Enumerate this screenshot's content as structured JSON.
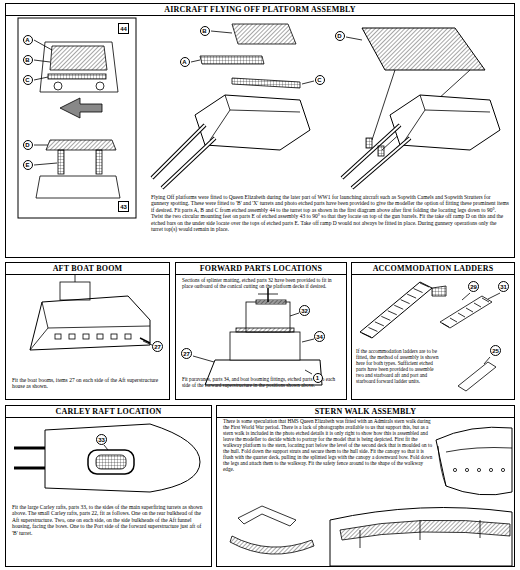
{
  "diagram": {
    "nodes": [
      {
        "text": [
          "AIRCRAFT FLYING OFF PLATFORM ASSEMBLY",
          "Flying Off platforms were fitted to Queen Elizabeth during the later part of WW1 for launching aircraft such as Sopwith Camels and Sopwith Strutters for gunnery spotting. These were fitted to 'B' and 'X' turrets and photo etched parts have been provided to give the modeller the option of fitting these prominent items if desired. Fit parts A, B and C from etched assembly 44 to the turret top as shown in the first diagram above after first folding the locating legs down to 90°. Twist the two circular mounting feet on parts E of etched assembly 43 to 90° so that they locate on top of the gun barrels. Fit the take off ramp D on this and the etched bars on the under side locate over the tops of etched parts E. Take off ramp D would not always be fitted in place. During gunnery operations only the turret top(s) would remain in place."
        ]
      },
      {
        "text": [
          "44"
        ],
        "in": 0
      },
      {
        "text": [
          "A"
        ],
        "in": 0
      },
      {
        "text": [
          "B"
        ],
        "in": 0
      },
      {
        "text": [
          "C"
        ],
        "in": 0
      },
      {
        "text": [
          "D"
        ],
        "in": 0
      },
      {
        "text": [
          "E"
        ],
        "in": 0
      },
      {
        "text": [
          "43"
        ],
        "in": 0
      },
      {
        "text": [
          "B"
        ],
        "in": 0
      },
      {
        "text": [
          "A"
        ],
        "in": 0
      },
      {
        "text": [
          "C"
        ],
        "in": 0
      },
      {
        "text": [
          "D"
        ],
        "in": 0
      },
      {
        "text": [
          "AFT BOAT BOOM",
          "Fit the boat booms, items 27 on each side of the Aft superstructure house as shown."
        ]
      },
      {
        "text": [
          "27"
        ],
        "in": 12
      },
      {
        "text": [
          "FORWARD PARTS LOCATIONS",
          "Sections of splinter matting, etched parts 32 have been provided to fit in place outboard of the conical cutting on the platform decks if desired.",
          "Fit paravanes, parts 34, and boat booming fittings, etched parts 27 to each side of the forward superstructure in the positions shown above."
        ]
      },
      {
        "text": [
          "32"
        ],
        "in": 14
      },
      {
        "text": [
          "34"
        ],
        "in": 14
      },
      {
        "text": [
          "27"
        ],
        "in": 14
      },
      {
        "text": [
          "1"
        ],
        "in": 14
      },
      {
        "text": [
          "ACCOMMODATION LADDERS",
          "If the accommodation ladders are to be fitted, the method of assembly is shown here for both types. Sufficient etched parts have been provided to assemble two and starboard aft and port and starboard forward ladder units."
        ]
      },
      {
        "text": [
          "29"
        ],
        "in": 19
      },
      {
        "text": [
          "31"
        ],
        "in": 19
      },
      {
        "text": [
          "25"
        ],
        "in": 19
      },
      {
        "text": [
          "CARLEY RAFT LOCATION",
          "Fit the large Carley rafts, parts 33, to the sides of the main superfiring turrets as shown above. The small Carley rafts, parts 22, fit as follows. One on the rear bulkhead of the Aft superstructure. Two, one on each side, on the side bulkheads of the Aft funnel housing, facing the bows. One to the Port side of the forward superstructure just aft of 'B' turret."
        ]
      },
      {
        "text": [
          "33"
        ],
        "in": 23
      },
      {
        "text": [
          "STERN WALK ASSEMBLY",
          "There is some speculation that HMS Queen Elizabeth was fitted with an Admirals stern walk during the First World War period. There is a lack of photographs available to us that support this, but as a stern walk is included in the photo etched details it is only right to show how this is assembled and leave the modeller to decide which to portray for the model that is being depicted. First fit the walkway platform to the stern, locating part below the level of the second deck that is moulded on to the hull. Fold down the support struts and secure them to the hull side. Fit the canopy so that it is flush with the quarter deck, pulling in the splinted legs with the canopy a downward bow. Fold down the legs and attach them to the walkway. Fit the safety fence around to the shape of the walkway edge."
        ]
      }
    ]
  }
}
